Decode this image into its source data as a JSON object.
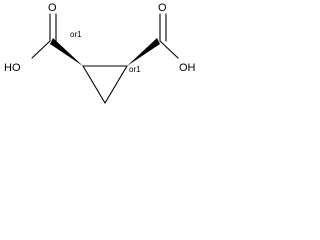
{
  "molecule": {
    "atoms": {
      "left_oh": "HO",
      "right_oh": "OH",
      "left_o": "O",
      "right_o": "O"
    },
    "stereo_labels": {
      "left": "or1",
      "right": "or1"
    }
  }
}
